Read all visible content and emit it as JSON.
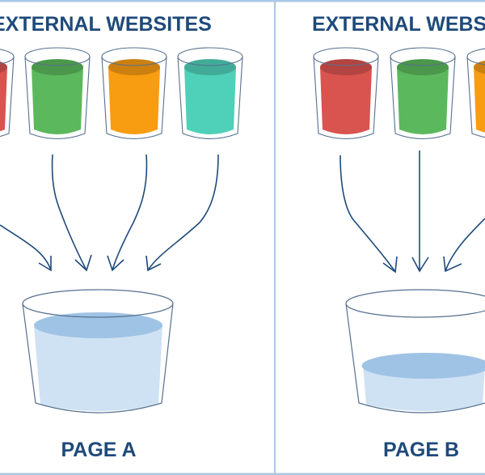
{
  "left_panel": {
    "title": "EXTERNAL WEBSITES",
    "label": "PAGE A",
    "glass_colors": [
      "#d9534f",
      "#5cb85c",
      "#f89c12",
      "#4fd0b9"
    ],
    "water_level": 0.85
  },
  "right_panel": {
    "title": "EXTERNAL WEBSITES",
    "label": "PAGE B",
    "glass_colors": [
      "#d9534f",
      "#5cb85c",
      "#f89c12"
    ],
    "water_level": 0.35
  },
  "colors": {
    "stroke": "#1e4a7a",
    "border": "#a9c8e6",
    "water": "#cfe2f3",
    "water_top": "#9fc3e5"
  }
}
